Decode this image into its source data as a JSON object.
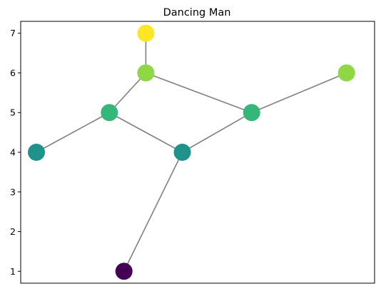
{
  "chart_data": {
    "type": "scatter",
    "title": "Dancing Man",
    "xlabel": "",
    "ylabel": "",
    "xlim": [
      0.5,
      5.35
    ],
    "ylim": [
      0.7,
      7.3
    ],
    "yticks": [
      1,
      2,
      3,
      4,
      5,
      6,
      7
    ],
    "x_ticks_visible": false,
    "grid": false,
    "colormap": "viridis",
    "nodes": [
      {
        "id": "head",
        "x": 2.0,
        "y": 7,
        "color": "#fde725"
      },
      {
        "id": "neck",
        "x": 2.0,
        "y": 6,
        "color": "#8fd744"
      },
      {
        "id": "left-shoulder",
        "x": 1.5,
        "y": 5,
        "color": "#35b779"
      },
      {
        "id": "left-hand",
        "x": 0.5,
        "y": 4,
        "color": "#21918c"
      },
      {
        "id": "hip",
        "x": 2.5,
        "y": 4,
        "color": "#21918c"
      },
      {
        "id": "foot",
        "x": 1.7,
        "y": 1,
        "color": "#440154"
      },
      {
        "id": "right-elbow",
        "x": 3.45,
        "y": 5,
        "color": "#35b779"
      },
      {
        "id": "right-hand",
        "x": 4.75,
        "y": 6,
        "color": "#8fd744"
      }
    ],
    "edges": [
      [
        "head",
        "neck"
      ],
      [
        "neck",
        "left-shoulder"
      ],
      [
        "left-shoulder",
        "left-hand"
      ],
      [
        "left-shoulder",
        "hip"
      ],
      [
        "hip",
        "foot"
      ],
      [
        "neck",
        "right-elbow"
      ],
      [
        "right-elbow",
        "hip"
      ],
      [
        "right-elbow",
        "right-hand"
      ]
    ],
    "edge_color": "#808080",
    "marker_edge_color": ""
  }
}
